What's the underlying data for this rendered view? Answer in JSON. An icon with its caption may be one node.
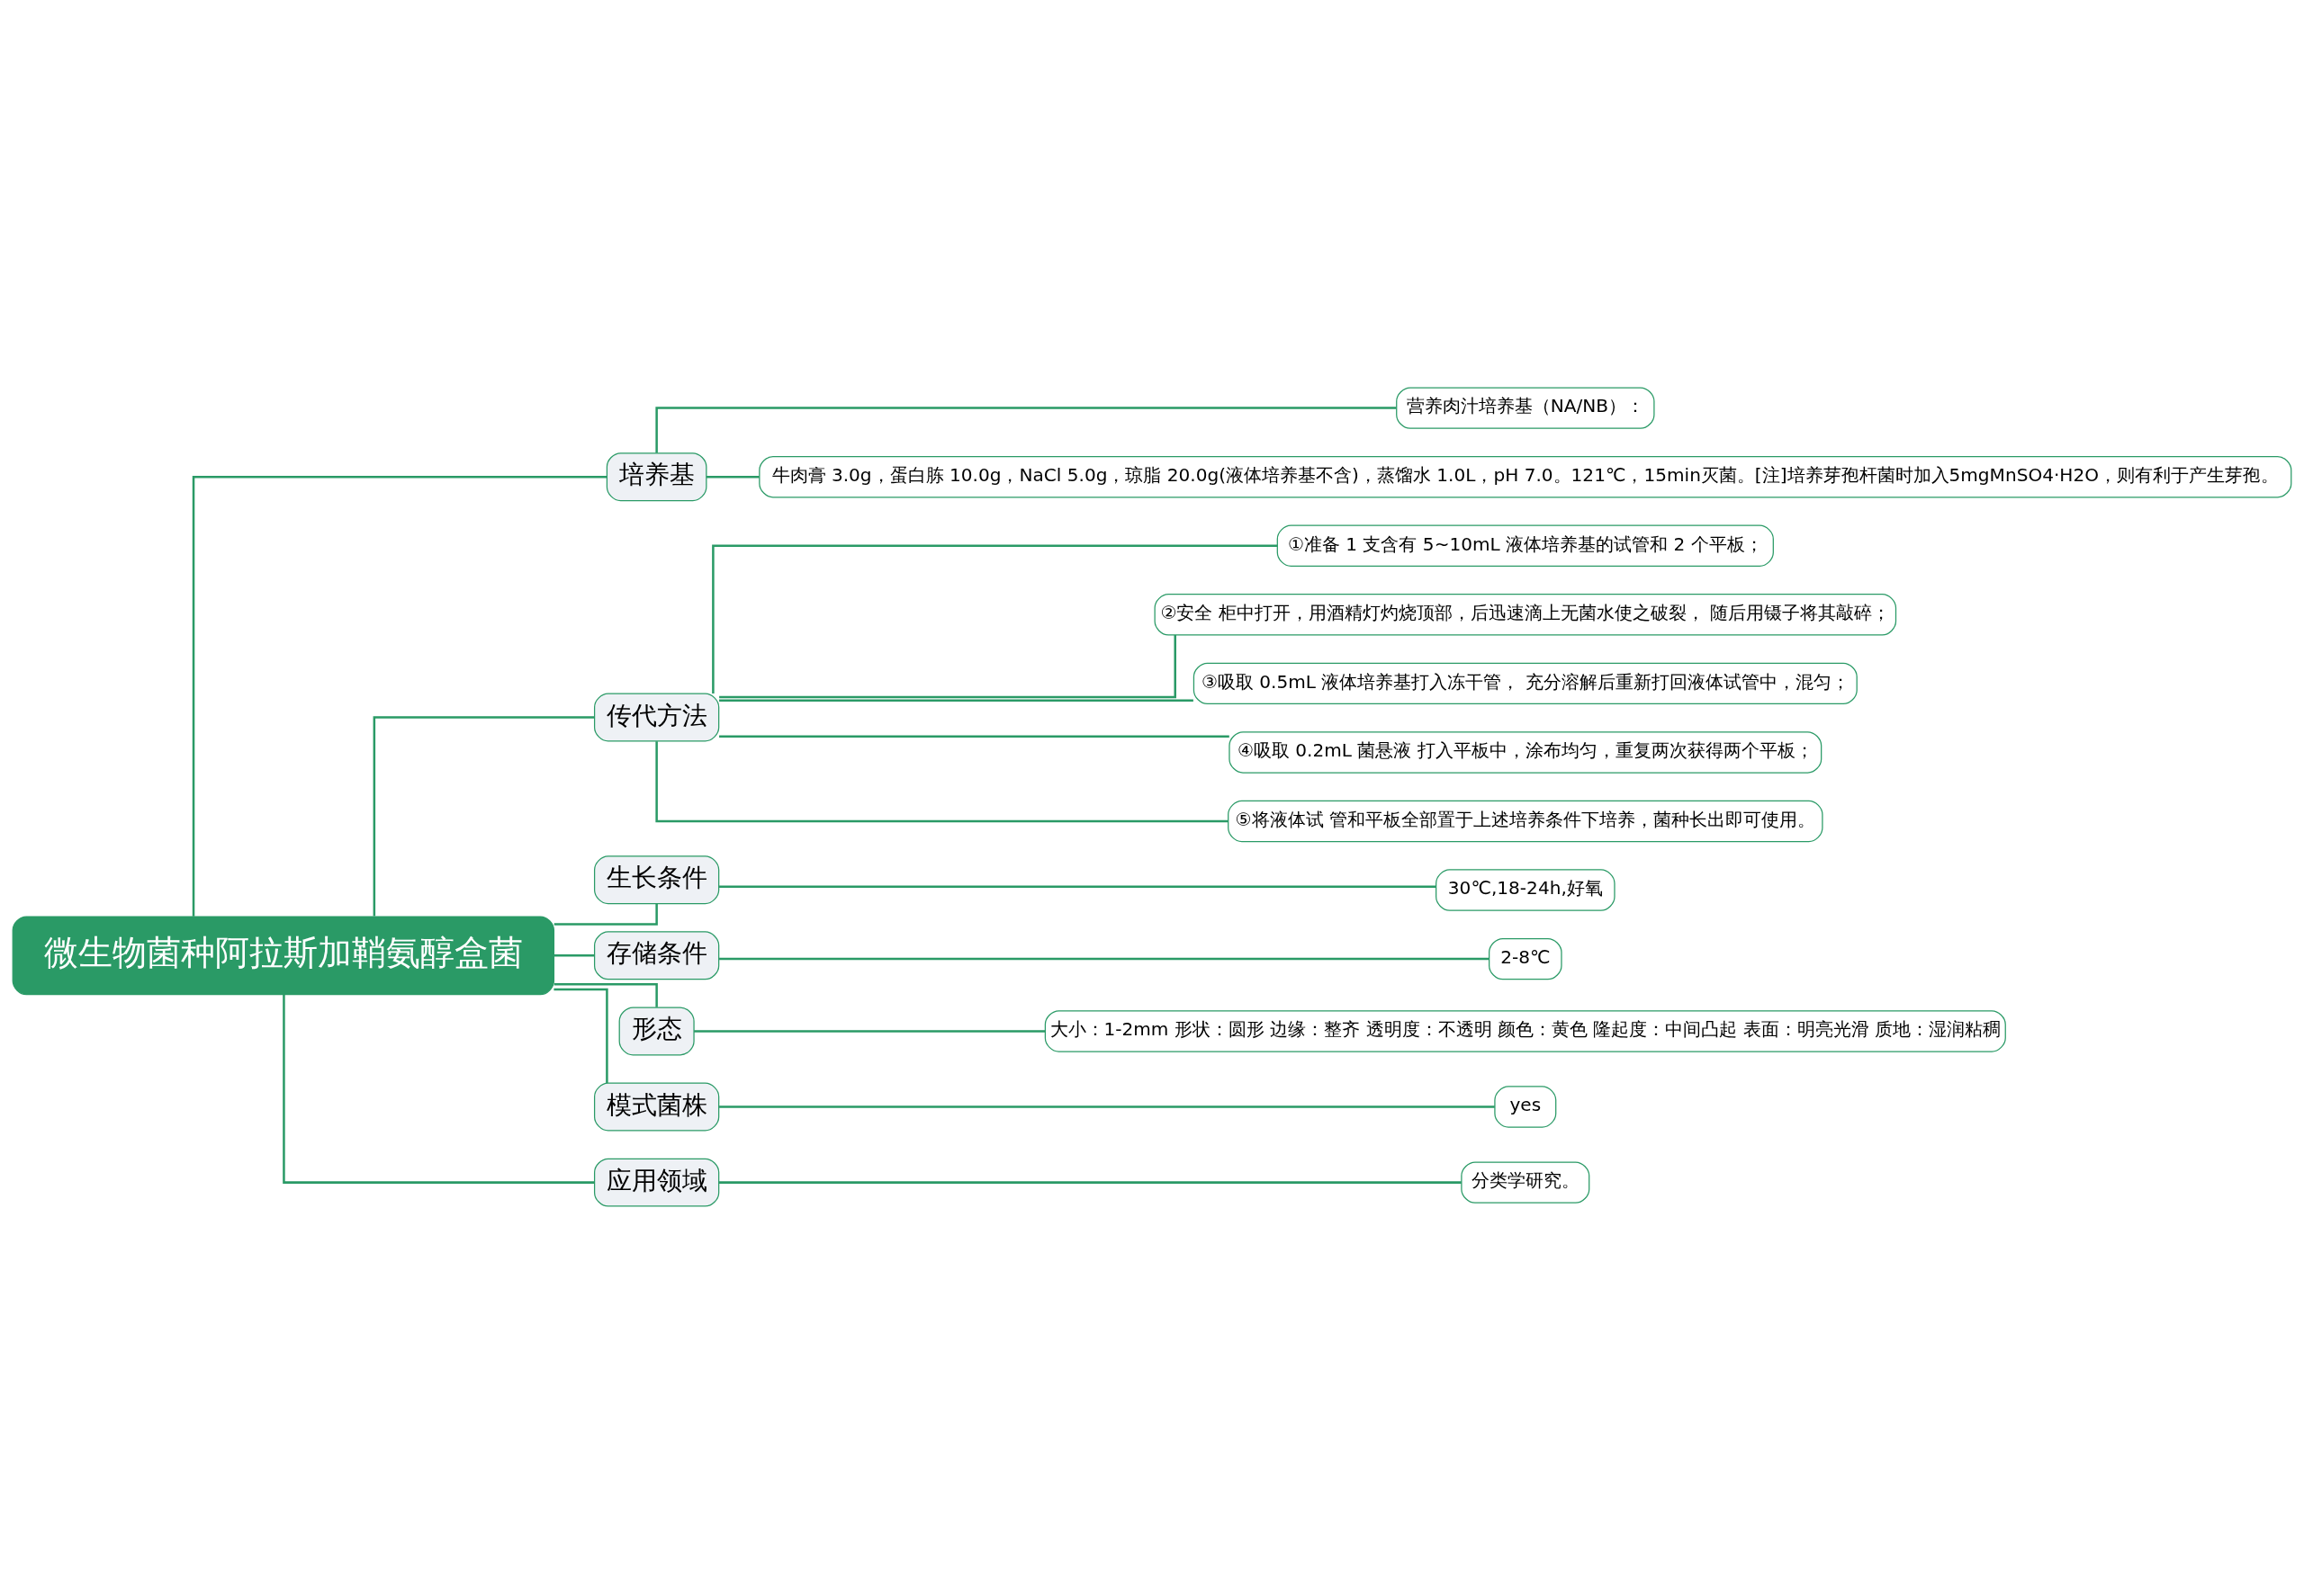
{
  "diagram": {
    "nodes": [
      {
        "text": [
          "微生物菌种阿拉斯加鞘氨醇盒菌"
        ]
      },
      {
        "text": [
          "培养基"
        ]
      },
      {
        "text": [
          "营养肉汁培养基（NA/NB）："
        ]
      },
      {
        "text": [
          "牛肉膏 3.0g，蛋白胨 10.0g，NaCl 5.0g，琼脂 20.0g(液体培养基不含)，蒸馏水 1.0L，pH 7.0。121℃，15min灭菌。[注]培养芽孢杆菌时加入5mgMnSO4·H2O，则有利于产生芽孢。"
        ]
      },
      {
        "text": [
          "传代方法"
        ]
      },
      {
        "text": [
          "①准备 1 支含有 5~10mL 液体培养基的试管和 2 个平板；"
        ]
      },
      {
        "text": [
          "②安全 柜中打开，用酒精灯灼烧顶部，后迅速滴上无菌水使之破裂， 随后用镊子将其敲碎；"
        ]
      },
      {
        "text": [
          "③吸取 0.5mL 液体培养基打入冻干管， 充分溶解后重新打回液体试管中，混匀；"
        ]
      },
      {
        "text": [
          "④吸取 0.2mL 菌悬液 打入平板中，涂布均匀，重复两次获得两个平板；"
        ]
      },
      {
        "text": [
          "⑤将液体试 管和平板全部置于上述培养条件下培养，菌种长出即可使用。"
        ]
      },
      {
        "text": [
          "生长条件"
        ]
      },
      {
        "text": [
          "30℃,18-24h,好氧"
        ]
      },
      {
        "text": [
          "存储条件"
        ]
      },
      {
        "text": [
          "2-8℃"
        ]
      },
      {
        "text": [
          "形态"
        ]
      },
      {
        "text": [
          "大小：1-2mm 形状：圆形 边缘：整齐 透明度：不透明 颜色：黄色 隆起度：中间凸起 表面：明亮光滑 质地：湿润粘稠"
        ]
      },
      {
        "text": [
          "模式菌株"
        ]
      },
      {
        "text": [
          "yes"
        ]
      },
      {
        "text": [
          "应用领域"
        ]
      },
      {
        "text": [
          "分类学研究。"
        ]
      }
    ],
    "edges": [
      {
        "from": 0,
        "to": 1,
        "arrow": "none"
      },
      {
        "from": 1,
        "to": 2,
        "arrow": "none"
      },
      {
        "from": 1,
        "to": 3,
        "arrow": "none"
      },
      {
        "from": 0,
        "to": 4,
        "arrow": "none"
      },
      {
        "from": 4,
        "to": 5,
        "arrow": "none"
      },
      {
        "from": 4,
        "to": 6,
        "arrow": "none"
      },
      {
        "from": 4,
        "to": 7,
        "arrow": "none"
      },
      {
        "from": 4,
        "to": 8,
        "arrow": "none"
      },
      {
        "from": 4,
        "to": 9,
        "arrow": "none"
      },
      {
        "from": 0,
        "to": 10,
        "arrow": "none"
      },
      {
        "from": 10,
        "to": 11,
        "arrow": "none"
      },
      {
        "from": 0,
        "to": 12,
        "arrow": "none"
      },
      {
        "from": 12,
        "to": 13,
        "arrow": "none"
      },
      {
        "from": 0,
        "to": 14,
        "arrow": "none"
      },
      {
        "from": 14,
        "to": 15,
        "arrow": "none"
      },
      {
        "from": 0,
        "to": 16,
        "arrow": "none"
      },
      {
        "from": 16,
        "to": 17,
        "arrow": "none"
      },
      {
        "from": 0,
        "to": 18,
        "arrow": "none"
      },
      {
        "from": 18,
        "to": 19,
        "arrow": "none"
      }
    ]
  }
}
